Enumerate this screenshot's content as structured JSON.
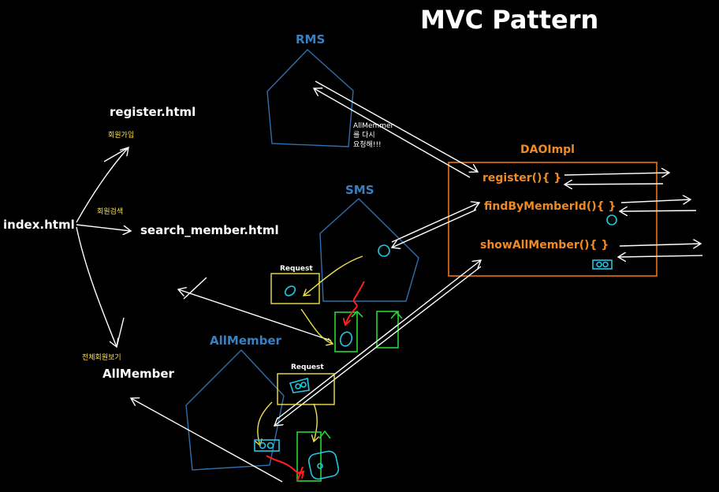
{
  "title": "MVC Pattern",
  "pages": {
    "index": "index.html",
    "register": "register.html",
    "search": "search_member.html",
    "allmember": "AllMember"
  },
  "labels": {
    "register_kr": "회원가입",
    "search_kr": "회원검색",
    "all_kr": "전체회원보기"
  },
  "servlets": {
    "rms": "RMS",
    "sms": "SMS",
    "allmember": "AllMember"
  },
  "request": {
    "one": "Request",
    "two": "Request"
  },
  "note": {
    "line1": "AllMemmer",
    "line2": "를 다시",
    "line3": "요청해!!!"
  },
  "dao": {
    "name": "DAOImpl",
    "register": "register(){   }",
    "find": "findByMemberId(){   }",
    "show": "showAllMember(){  }"
  },
  "colors": {
    "background": "#000000",
    "blue": "#3a7fc0",
    "orange": "#f08a24",
    "yellow": "#ffe14a",
    "green": "#26d63a",
    "cyan": "#22c7e6",
    "red": "#ff1e1e"
  }
}
